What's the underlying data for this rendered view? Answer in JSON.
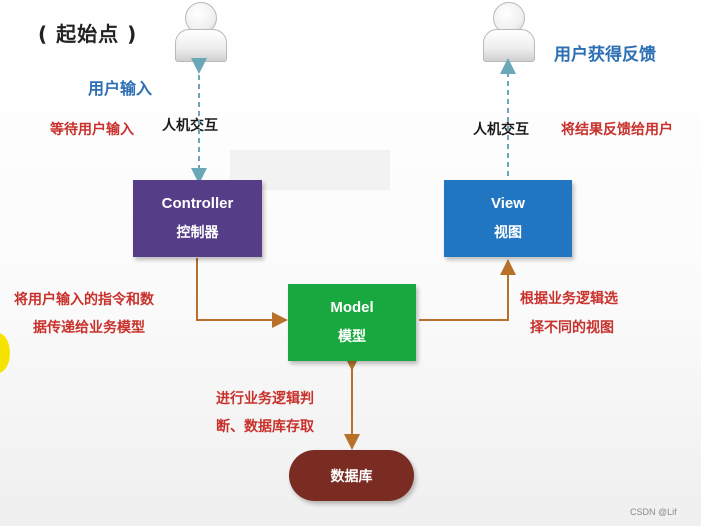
{
  "start_label": "( 起始点 )",
  "user_feedback_label": "用户获得反馈",
  "user_input_label": "用户输入",
  "wait_input_label": "等待用户输入",
  "hci_left_label": "人机交互",
  "hci_right_label": "人机交互",
  "return_feedback_label": "将结果反馈给用户",
  "controller": {
    "en": "Controller",
    "zh": "控制器",
    "color": "#553e87"
  },
  "view": {
    "en": "View",
    "zh": "视图",
    "color": "#2076c0"
  },
  "model": {
    "en": "Model",
    "zh": "模型",
    "color": "#19a83f"
  },
  "database": {
    "label": "数据库",
    "color": "#7a2c22"
  },
  "controller_to_model_text": [
    "将用户输入的指令和数",
    "据传递给业务模型"
  ],
  "model_to_view_text": [
    "根据业务逻辑选",
    "择不同的视图"
  ],
  "model_db_text": [
    "进行业务逻辑判",
    "断、数据库存取"
  ],
  "watermark": "CSDN @Lif",
  "colors": {
    "arrow_orange": "#b8712b",
    "arrow_teal": "#6aa8b8",
    "red_text": "#c8312c",
    "blue_text": "#2d6fb5"
  }
}
